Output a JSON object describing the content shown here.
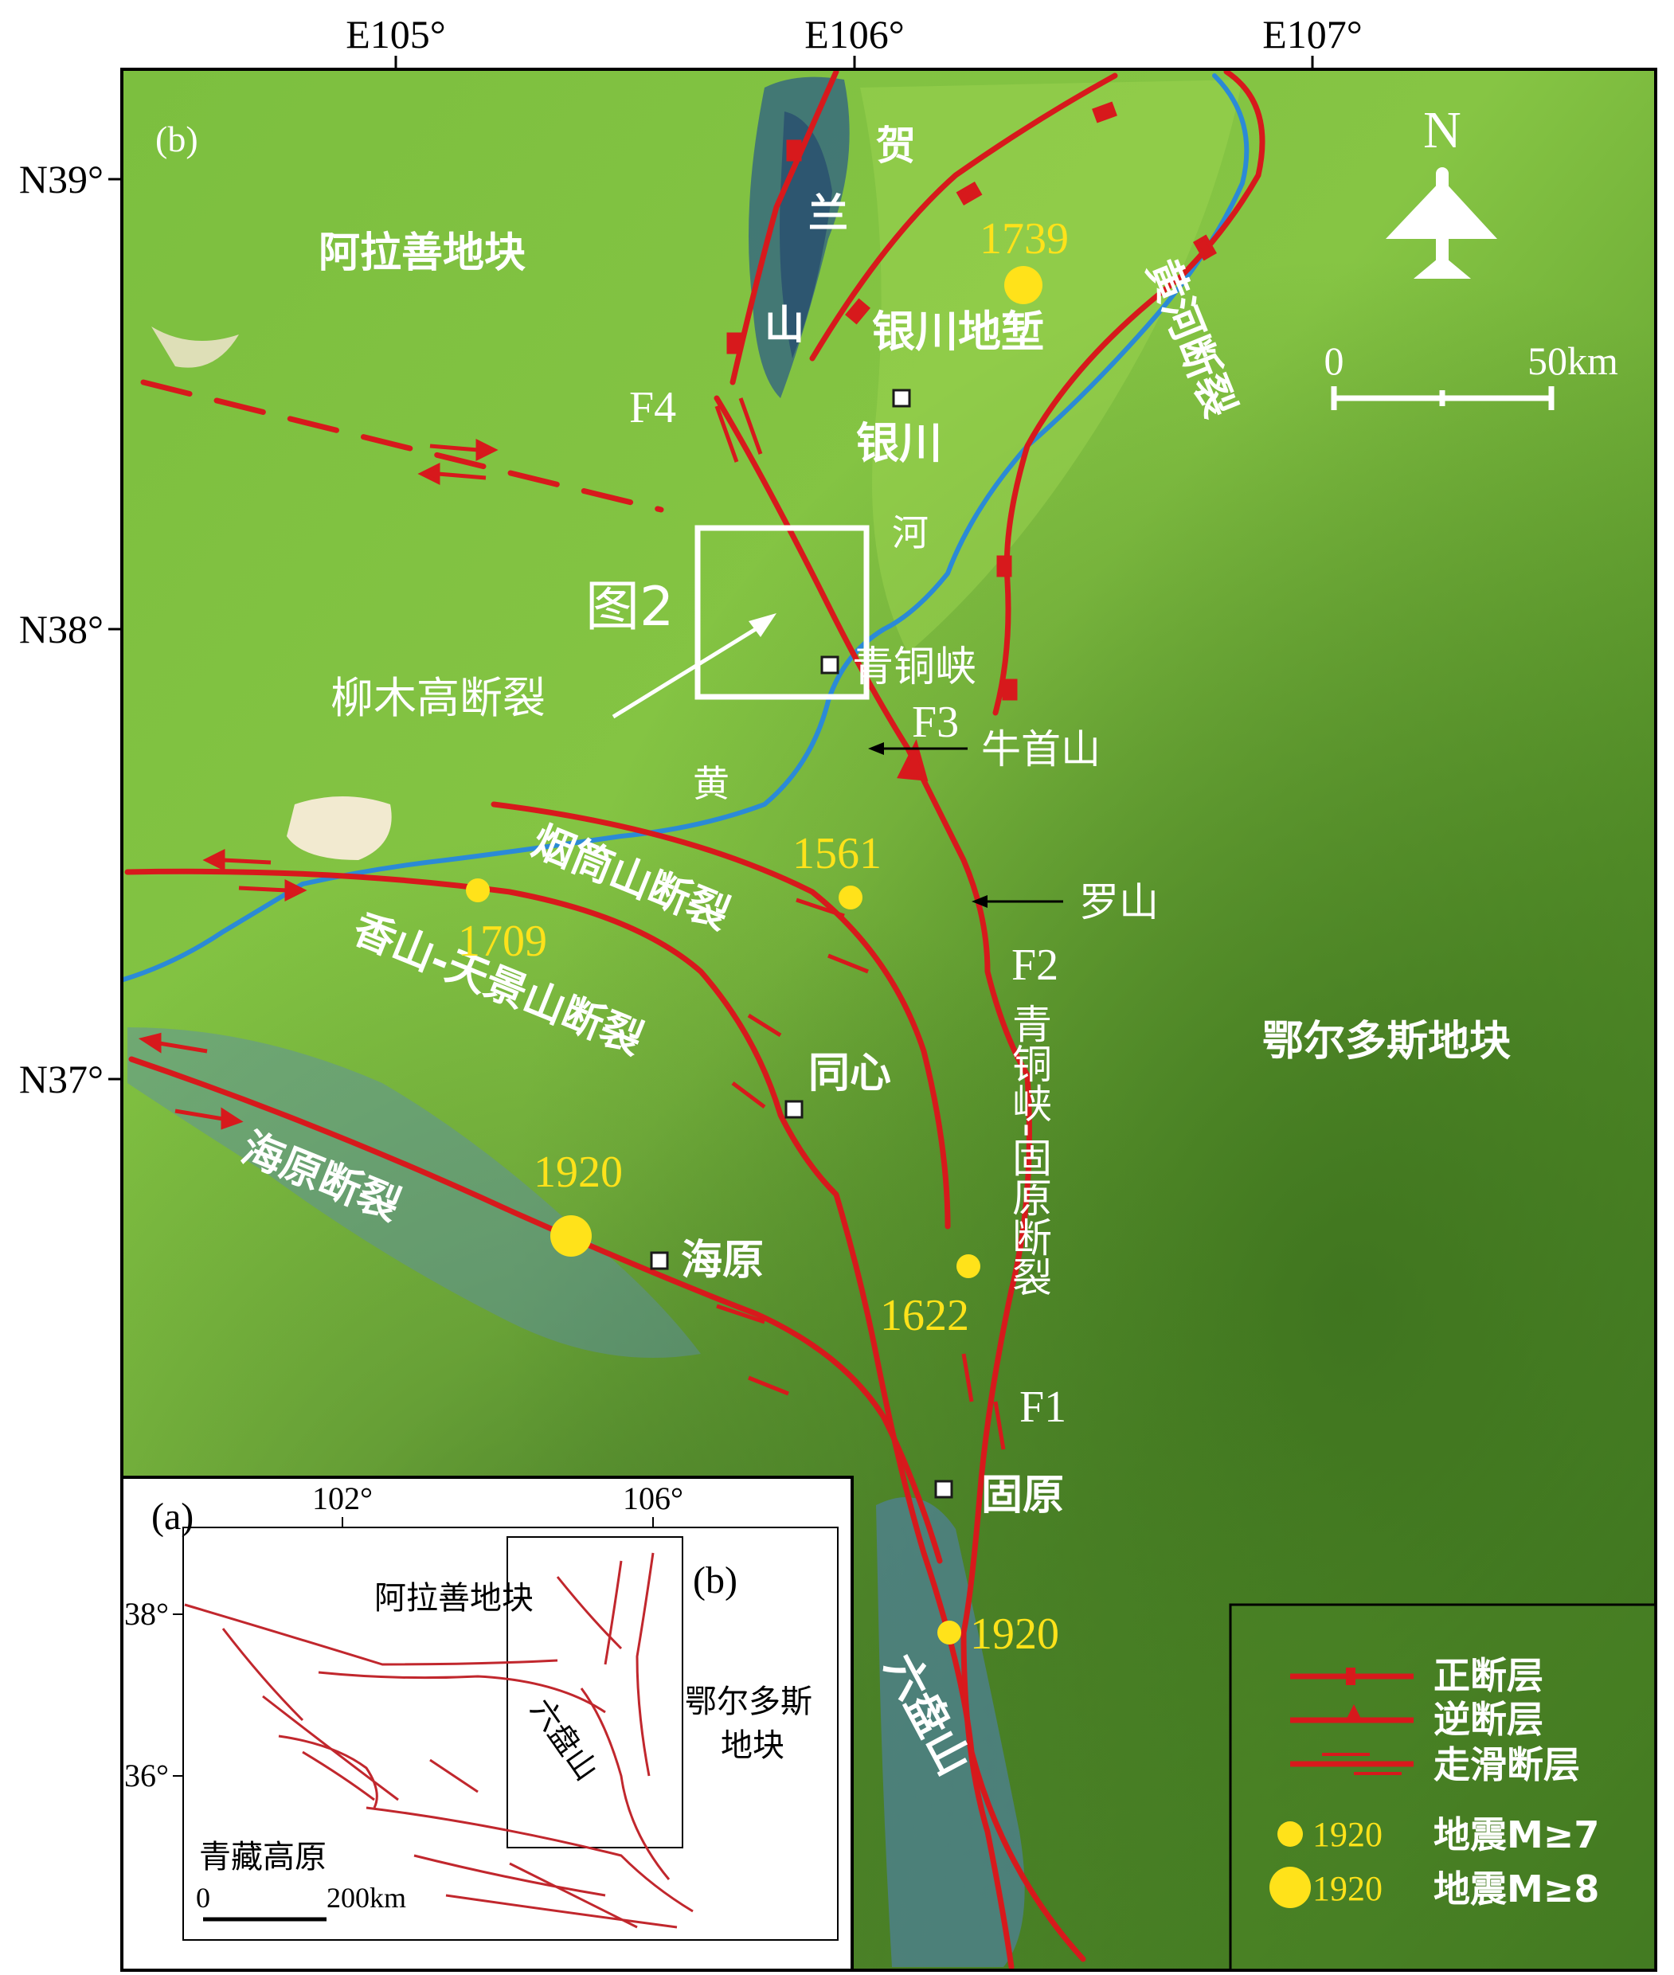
{
  "main_map": {
    "panel_label": "(b)",
    "lon_ticks": [
      "E105°",
      "E106°",
      "E107°"
    ],
    "lat_ticks": [
      "N39°",
      "N38°",
      "N37°"
    ],
    "north_arrow_label": "N",
    "scale_bar": {
      "start_label": "0",
      "end_label": "50km"
    },
    "regions": {
      "alxa": "阿拉善地块",
      "ordos": "鄂尔多斯地块",
      "yinchuan_graben": "银川地堑",
      "helan_1": "贺",
      "helan_2": "兰",
      "helan_3": "山",
      "liupan": "六盘山"
    },
    "rivers": {
      "he": "河",
      "huang": "黄"
    },
    "faults": {
      "yellow_river": "黄河断裂",
      "liumugao": "柳木高断裂",
      "yantongshan": "烟筒山断裂",
      "xiangshan": "香山-天景山断裂",
      "haiyuan": "海原断裂",
      "qtx_guyuan": "青铜峡-固原断裂"
    },
    "fault_codes": [
      "F1",
      "F2",
      "F3",
      "F4"
    ],
    "cities": {
      "yinchuan": "银川",
      "qingtongxia": "青铜峡",
      "tongxin": "同心",
      "haiyuan": "海原",
      "guyuan": "固原"
    },
    "mountains": {
      "niushou": "牛首山",
      "luo": "罗山"
    },
    "study_box_label": "图2",
    "earthquakes": [
      {
        "year": "1739",
        "magnitude_class": "M≥8"
      },
      {
        "year": "1561",
        "magnitude_class": "M≥7"
      },
      {
        "year": "1709",
        "magnitude_class": "M≥7"
      },
      {
        "year": "1920",
        "magnitude_class": "M≥8"
      },
      {
        "year": "1622",
        "magnitude_class": "M≥7"
      },
      {
        "year": "1920",
        "magnitude_class": "M≥7"
      }
    ]
  },
  "inset": {
    "panel_label": "(a)",
    "box_label": "(b)",
    "lon_ticks": [
      "102°",
      "106°"
    ],
    "lat_ticks": [
      "38°",
      "36°"
    ],
    "regions": {
      "alxa": "阿拉善地块",
      "ordos_1": "鄂尔多斯",
      "ordos_2": "地块",
      "tibet": "青藏高原",
      "liupan": "六盘山"
    },
    "scale_bar": {
      "start_label": "0",
      "end_label": "200km"
    }
  },
  "legend": {
    "items": [
      {
        "symbol": "normal-fault",
        "label": "正断层"
      },
      {
        "symbol": "reverse-fault",
        "label": "逆断层"
      },
      {
        "symbol": "strike-slip-fault",
        "label": "走滑断层"
      },
      {
        "symbol": "quake-m7",
        "year": "1920",
        "label": "地震M≥7"
      },
      {
        "symbol": "quake-m8",
        "year": "1920",
        "label": "地震M≥8"
      }
    ]
  },
  "colors": {
    "terrain_green": "#74b83a",
    "terrain_dark": "#3f7a1e",
    "mountain_blue": "#5b86a8",
    "fault_red": "#d7191c",
    "river_blue": "#2b8ad6",
    "quake_yellow": "#ffe21a",
    "label_white": "#ffffff"
  }
}
